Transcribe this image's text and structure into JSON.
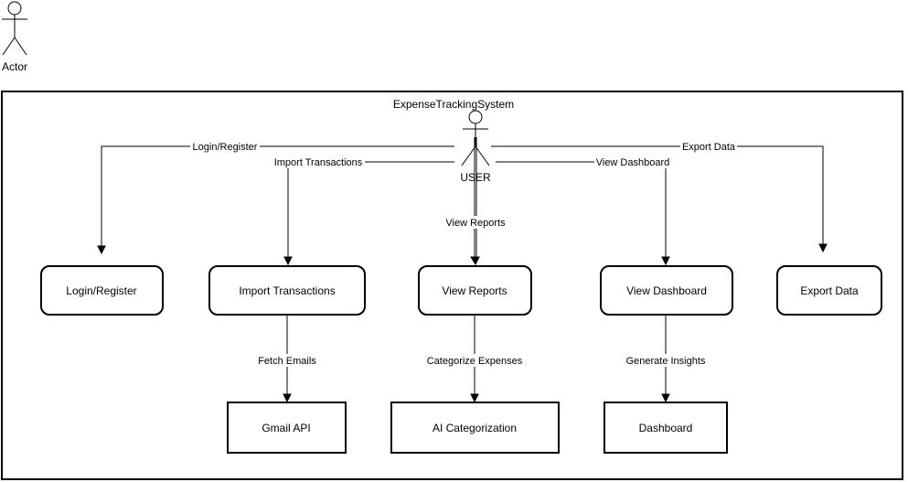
{
  "actor_top": {
    "label": "Actor"
  },
  "system": {
    "title": "ExpenseTrackingSystem"
  },
  "user": {
    "label": "USER"
  },
  "use_cases": {
    "login": "Login/Register",
    "import": "Import Transactions",
    "reports": "View Reports",
    "dashboard_view": "View Dashboard",
    "export": "Export Data"
  },
  "components": {
    "gmail": "Gmail API",
    "ai": "AI Categorization",
    "dashboard": "Dashboard"
  },
  "edges": {
    "login": "Login/Register",
    "import": "Import Transactions",
    "reports": "View Reports",
    "dashboard_view": "View Dashboard",
    "export": "Export Data",
    "fetch": "Fetch Emails",
    "categorize": "Categorize Expenses",
    "insights": "Generate Insights"
  }
}
